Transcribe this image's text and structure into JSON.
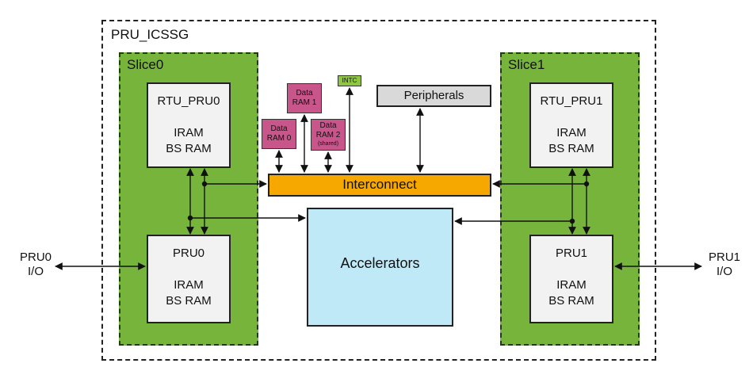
{
  "container": {
    "title": "PRU_ICSSG"
  },
  "slice0": {
    "title": "Slice0",
    "rtu": {
      "name": "RTU_PRU0",
      "mem1": "IRAM",
      "mem2": "BS RAM"
    },
    "pru": {
      "name": "PRU0",
      "mem1": "IRAM",
      "mem2": "BS RAM"
    }
  },
  "slice1": {
    "title": "Slice1",
    "rtu": {
      "name": "RTU_PRU1",
      "mem1": "IRAM",
      "mem2": "BS RAM"
    },
    "pru": {
      "name": "PRU1",
      "mem1": "IRAM",
      "mem2": "BS RAM"
    }
  },
  "data_ram0": {
    "line1": "Data",
    "line2": "RAM 0"
  },
  "data_ram1": {
    "line1": "Data",
    "line2": "RAM 1"
  },
  "data_ram2": {
    "line1": "Data",
    "line2": "RAM 2",
    "note": "(shared)"
  },
  "intc": "INTC",
  "peripherals": "Peripherals",
  "interconnect": "Interconnect",
  "accelerators": "Accelerators",
  "io": {
    "left": {
      "line1": "PRU0",
      "line2": "I/O"
    },
    "right": {
      "line1": "PRU1",
      "line2": "I/O"
    }
  },
  "colors": {
    "slice": "#77b43c",
    "data_ram": "#c8568a",
    "intc": "#8dc63f",
    "interconnect": "#f7a800",
    "accelerators": "#bfe9f7",
    "peripherals": "#d9d9d9",
    "core": "#f2f2f2"
  }
}
